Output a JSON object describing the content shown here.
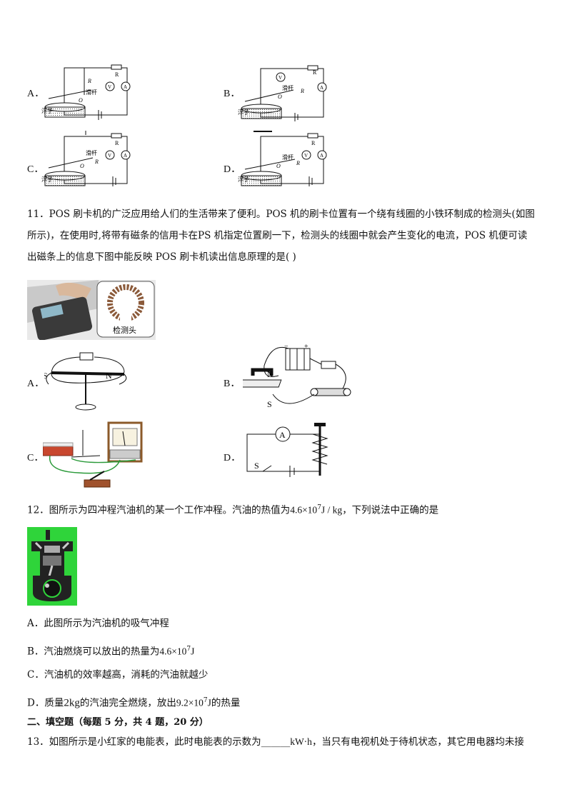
{
  "q10": {
    "options": [
      {
        "label": "A．"
      },
      {
        "label": "B．"
      },
      {
        "label": "C．"
      },
      {
        "label": "D．"
      }
    ],
    "circuit_labels": {
      "float": "浮子",
      "slider": "滑杆",
      "r": "R",
      "r0": "R",
      "r0_sub": "0",
      "o": "O",
      "voltmeter": "V",
      "ammeter": "A"
    }
  },
  "q11": {
    "line1": "11．POS 刷卡机的广泛应用给人们的生活带来了便利。POS 机的刷卡位置有一个绕有线圈的小铁环制成的检测头(如图",
    "line2": "所示)，在使用时,将带有磁条的信用卡在PS 机指定位置刷一下，检测头的线圈中就会产生变化的电流，POS 机便可读",
    "line3": "出磁条上的信息下图中能反映 POS 刷卡机读出信息原理的是(      )",
    "figure_caption": "检测头",
    "options": [
      {
        "label": "A．",
        "n": "N",
        "s": "S"
      },
      {
        "label": "B．",
        "n": "N",
        "s": "S",
        "minus": "−",
        "plus": "+"
      },
      {
        "label": "C．"
      },
      {
        "label": "D．",
        "ammeter": "A",
        "switch": "S"
      }
    ]
  },
  "q12": {
    "stem_pre": "12．图所示为四冲程汽油机的某一个工作冲程。汽油的热值为",
    "stem_value": "4.6×10",
    "stem_exp": "7",
    "stem_unit": "J / kg",
    "stem_post": "，下列说法中正确的是",
    "optA": "A．此图所示为汽油机的吸气冲程",
    "optB_pre": "B．汽油燃烧可以放出的热量为",
    "optB_val": "4.6×10",
    "optB_exp": "7",
    "optB_unit": "J",
    "optC": "C．汽油机的效率越高，消耗的汽油就越少",
    "optD_pre": "D．质量",
    "optD_mass": "2kg",
    "optD_mid": "的汽油完全燃烧，放出",
    "optD_val": "9.2×10",
    "optD_exp": "7",
    "optD_unit": "J",
    "optD_post": "的热量"
  },
  "section2": {
    "heading": "二、填空题（每题 5 分，共 4 题，20 分）"
  },
  "q13": {
    "pre": "13．如图所示是小红家的电能表，此时电能表的示数为",
    "blank": "______",
    "unit": "kW·h",
    "post": "，当只有电视机处于待机状态，其它用电器均未接"
  }
}
